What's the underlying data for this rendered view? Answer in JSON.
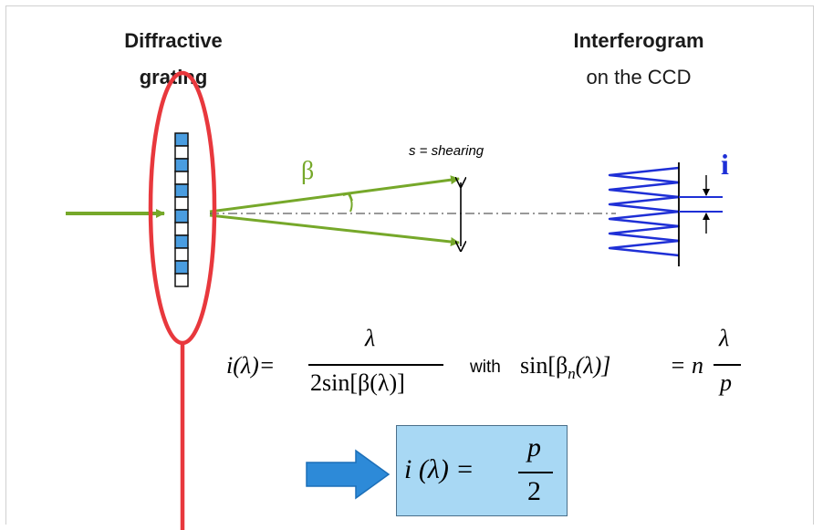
{
  "labels": {
    "grating_title_line1": "Diffractive",
    "grating_title_line2": "grating",
    "interferogram_title": "Interferogram",
    "interferogram_subtitle": "on the CCD",
    "shearing_label": "s = shearing",
    "beta_symbol": "β",
    "i_symbol": "i"
  },
  "equation_main": {
    "lhs": "i(λ)=",
    "numerator": "λ",
    "denominator": "2sin[β(λ)]",
    "connector": "with",
    "rhs_left": "sin[β",
    "rhs_sub": "n",
    "rhs_mid": "(λ)]",
    "rhs_eq": "= n",
    "rhs_num": "λ",
    "rhs_den": "p"
  },
  "equation_result": {
    "lhs": "i (λ) =",
    "numerator": "p",
    "denominator": "2"
  },
  "colors": {
    "beam_green": "#76a82a",
    "grating_blue": "#4a9de0",
    "highlight_red": "#e8383d",
    "interferogram_blue": "#1e2fd6",
    "result_box_fill": "#a8d8f4",
    "arrow_blue": "#2d8ad8"
  }
}
